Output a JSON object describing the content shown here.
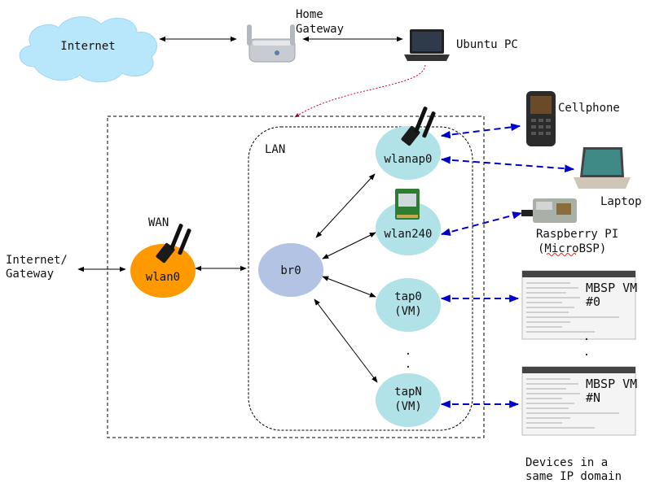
{
  "colors": {
    "cloud": "#b8e6fb",
    "wan_node": "#ff9900",
    "bridge_node": "#b3c3e3",
    "lan_node": "#b0e2e8",
    "dashed_link": "#0000cc",
    "gateway_arrow": "#cc0033"
  },
  "top": {
    "internet": "Internet",
    "home_gateway_line1": "Home",
    "home_gateway_line2": "Gateway",
    "ubuntu_pc": "Ubuntu PC"
  },
  "wan": {
    "label": "WAN",
    "external_line1": "Internet/",
    "external_line2": "Gateway",
    "node": "wlan0"
  },
  "lan": {
    "label": "LAN",
    "bridge": "br0",
    "nodes": {
      "wlanap0": "wlanap0",
      "wlan240": "wlan240",
      "tap0_line1": "tap0",
      "tap0_line2": "(VM)",
      "tapN_line1": "tapN",
      "tapN_line2": "(VM)",
      "dot": "."
    }
  },
  "devices": {
    "cellphone": "Cellphone",
    "laptop": "Laptop",
    "rpi_line1": "Raspberry PI",
    "rpi_line2": "(MicroBSP)",
    "vm0_line1": "MBSP VM",
    "vm0_line2": "#0",
    "vmN_line1": "MBSP VM",
    "vmN_line2": "#N",
    "dot": ".",
    "footer_line1": "Devices in a",
    "footer_line2": "same IP domain"
  },
  "icons": {
    "cloud": "cloud-icon",
    "router": "router-icon",
    "laptop_pc": "laptop-icon",
    "usb_wifi": "usb-wifi-adapter-icon",
    "wifi_card": "m2-wifi-card-icon",
    "phone": "feature-phone-icon",
    "laptop": "laptop-icon",
    "rpi": "raspberry-pi-icon",
    "terminal": "terminal-window-icon"
  }
}
